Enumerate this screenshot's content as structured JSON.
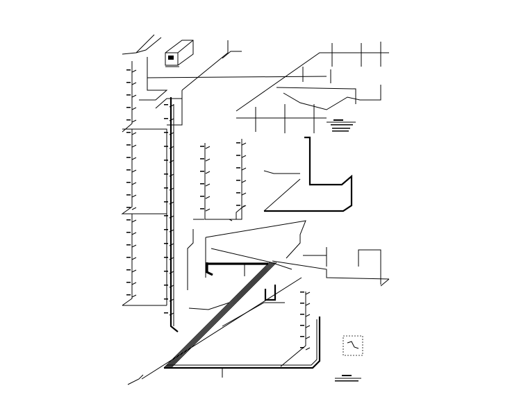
{
  "drawing": {
    "type": "isometric piping system diagram",
    "colors": {
      "line": "#000000",
      "background": "#ffffff"
    },
    "title_blocks": [
      {
        "position": "upper-right"
      },
      {
        "position": "lower-right"
      }
    ],
    "legend_box": {
      "position": "lower-right"
    }
  }
}
